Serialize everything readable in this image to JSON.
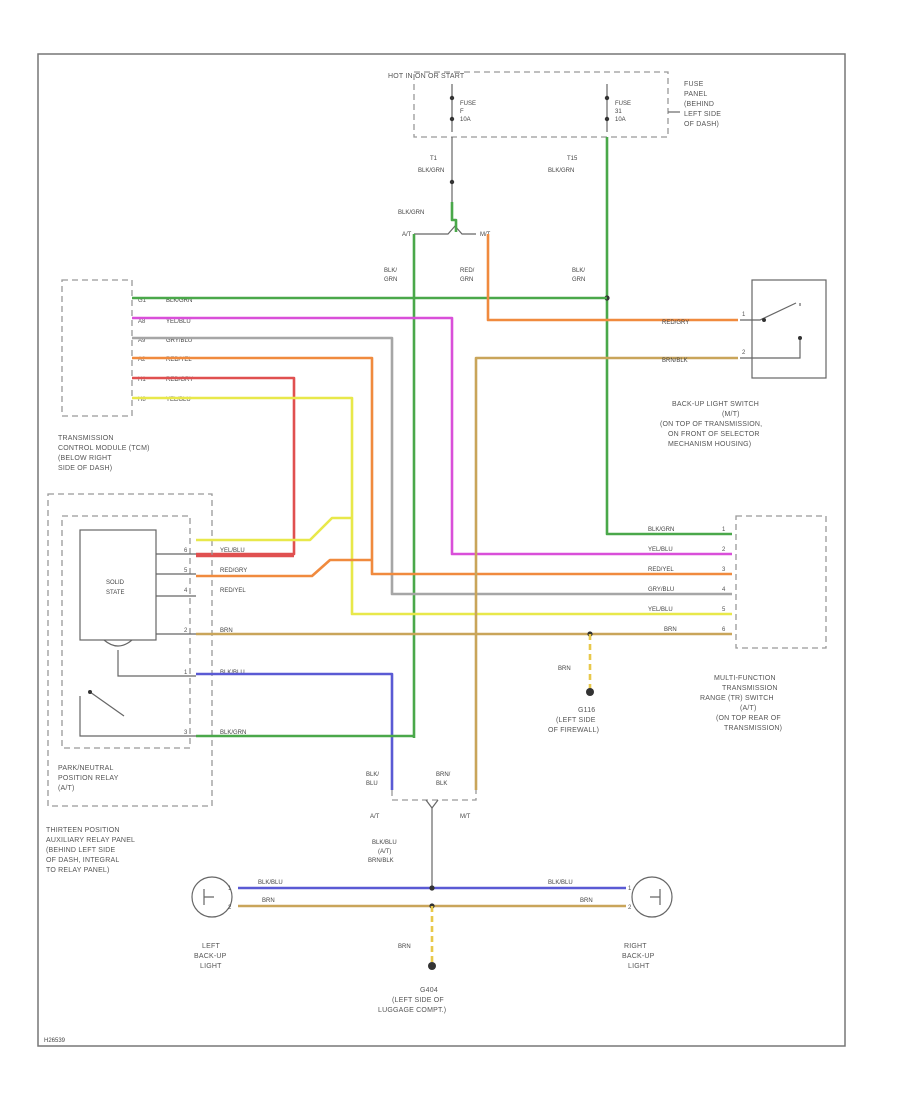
{
  "title_bar": {
    "hot_label": "HOT IN ON OR START"
  },
  "fuses": {
    "fuse_left": [
      "FUSE",
      "F",
      "10A"
    ],
    "fuse_right": [
      "FUSE",
      "31",
      "10A"
    ],
    "panel_label": [
      "FUSE",
      "PANEL",
      "(BEHIND",
      "LEFT SIDE",
      "OF DASH)"
    ]
  },
  "splices": {
    "t1": {
      "id": "T1",
      "wire": "BLK/GRN"
    },
    "t2": {
      "id": "T15",
      "wire": "BLK/GRN"
    },
    "upper_wire": "BLK/GRN",
    "at": "A/T",
    "mt": "M/T"
  },
  "vertical_labels": {
    "v1": [
      "BLK/",
      "GRN"
    ],
    "v2": [
      "RED/",
      "GRN"
    ],
    "v3": [
      "BLK/",
      "GRN"
    ]
  },
  "tcm": {
    "pins": [
      "G1",
      "A8",
      "A9",
      "A2",
      "H1",
      "H8"
    ],
    "wires": [
      "BLK/GRN",
      "YEL/BLU",
      "GRY/BLU",
      "RED/YEL",
      "RED/GRY",
      "YEL/BLU"
    ],
    "label": [
      "TRANSMISSION",
      "CONTROL MODULE (TCM)",
      "(BELOW RIGHT",
      "SIDE OF DASH)"
    ]
  },
  "backup_switch": {
    "pins": [
      "1",
      "2"
    ],
    "wires": [
      "RED/GRY",
      "BRN/BLK"
    ],
    "label": [
      "BACK-UP LIGHT SWITCH",
      "(M/T)",
      "(ON TOP OF TRANSMISSION,",
      "ON FRONT OF SELECTOR",
      "MECHANISM HOUSING)"
    ]
  },
  "relay": {
    "solid_state": [
      "SOLID",
      "STATE"
    ],
    "pins": [
      "6",
      "5",
      "4",
      "2",
      "1",
      "3"
    ],
    "wires": [
      "YEL/BLU",
      "RED/GRY",
      "RED/YEL",
      "BRN",
      "BLK/BLU",
      "BLK/GRN"
    ],
    "label": [
      "PARK/NEUTRAL",
      "POSITION RELAY",
      "(A/T)"
    ],
    "panel_label": [
      "THIRTEEN POSITION",
      "AUXILIARY RELAY PANEL",
      "(BEHIND LEFT SIDE",
      "OF DASH, INTEGRAL",
      "TO RELAY PANEL)"
    ]
  },
  "mfs": {
    "pins": [
      "1",
      "2",
      "3",
      "4",
      "5",
      "6"
    ],
    "wires": [
      "BLK/GRN",
      "YEL/BLU",
      "RED/YEL",
      "GRY/BLU",
      "YEL/BLU",
      "BRN"
    ],
    "label": [
      "MULTI-FUNCTION",
      "TRANSMISSION",
      "RANGE (TR) SWITCH",
      "(A/T)",
      "(ON TOP REAR OF",
      "TRANSMISSION)"
    ]
  },
  "ground1": {
    "wire": "BRN",
    "id": "G116",
    "label": [
      "(LEFT SIDE",
      "OF FIREWALL)"
    ]
  },
  "junction": {
    "left_wire": [
      "BLK/",
      "BLU"
    ],
    "right_wire": [
      "BRN/",
      "BLK"
    ],
    "at": "A/T",
    "mt": "M/T",
    "down_wire": [
      "BLK/BLU",
      "(A/T)",
      "BRN/BLK"
    ]
  },
  "lights": {
    "left_pins": [
      "1",
      "2"
    ],
    "right_pins": [
      "1",
      "2"
    ],
    "top_wire": "BLK/BLU",
    "bottom_wire": "BRN",
    "left_label": [
      "LEFT",
      "BACK-UP",
      "LIGHT"
    ],
    "right_label": [
      "RIGHT",
      "BACK-UP",
      "LIGHT"
    ]
  },
  "ground2": {
    "wire": "BRN",
    "id": "G404",
    "label": [
      "(LEFT SIDE OF",
      "LUGGAGE COMPT.)"
    ]
  },
  "footer": {
    "code": "H26539"
  },
  "colors": {
    "green": "#4aa84a",
    "magenta": "#d94fd9",
    "gray": "#a6a6a6",
    "orange": "#f08a3e",
    "red": "#e05050",
    "yellow": "#e8e84a",
    "tan": "#c9a55a",
    "blue": "#5a5ad4"
  }
}
